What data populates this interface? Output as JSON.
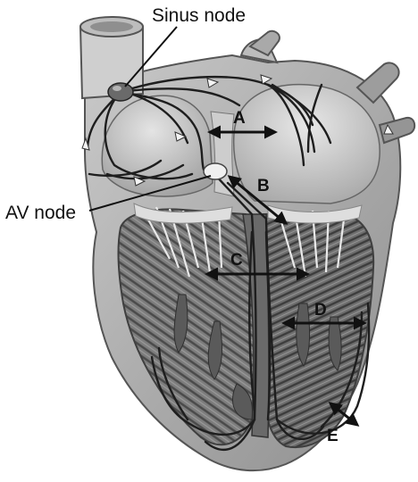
{
  "labels": {
    "sinus_node": "Sinus node",
    "av_node": "AV node",
    "a": "A",
    "b": "B",
    "c": "C",
    "d": "D",
    "e": "E"
  },
  "colors": {
    "tissue_light": "#d8d8d8",
    "tissue_mid": "#a9a9a9",
    "tissue_dark": "#5e5e5e",
    "muscle_dark": "#3d3d3d",
    "pathway": "#1e1e1e",
    "arrow": "#111111"
  }
}
